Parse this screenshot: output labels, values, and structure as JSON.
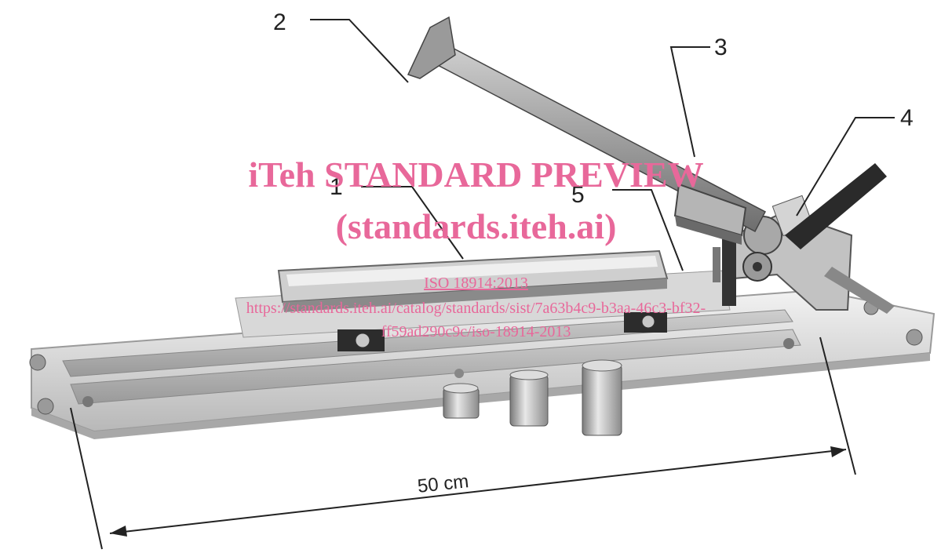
{
  "callouts": [
    "1",
    "2",
    "3",
    "4",
    "5"
  ],
  "dimension_label": "50 cm",
  "watermark": {
    "title": "iTeh STANDARD PREVIEW",
    "subtitle": "(standards.iteh.ai)",
    "iso_ref": "ISO 18914:2013",
    "url_line1": "https://standards.iteh.ai/catalog/standards/sist/7a63b4c9-b3aa-46c3-bf32-",
    "url_line2": "ff59ad290c9c/iso-18914-2013"
  },
  "colors": {
    "watermark": "#e8689a",
    "metal_light": "#e4e4e4",
    "metal_mid": "#bdbdbd",
    "metal_dark": "#5a5a5a",
    "ink": "#222222"
  }
}
